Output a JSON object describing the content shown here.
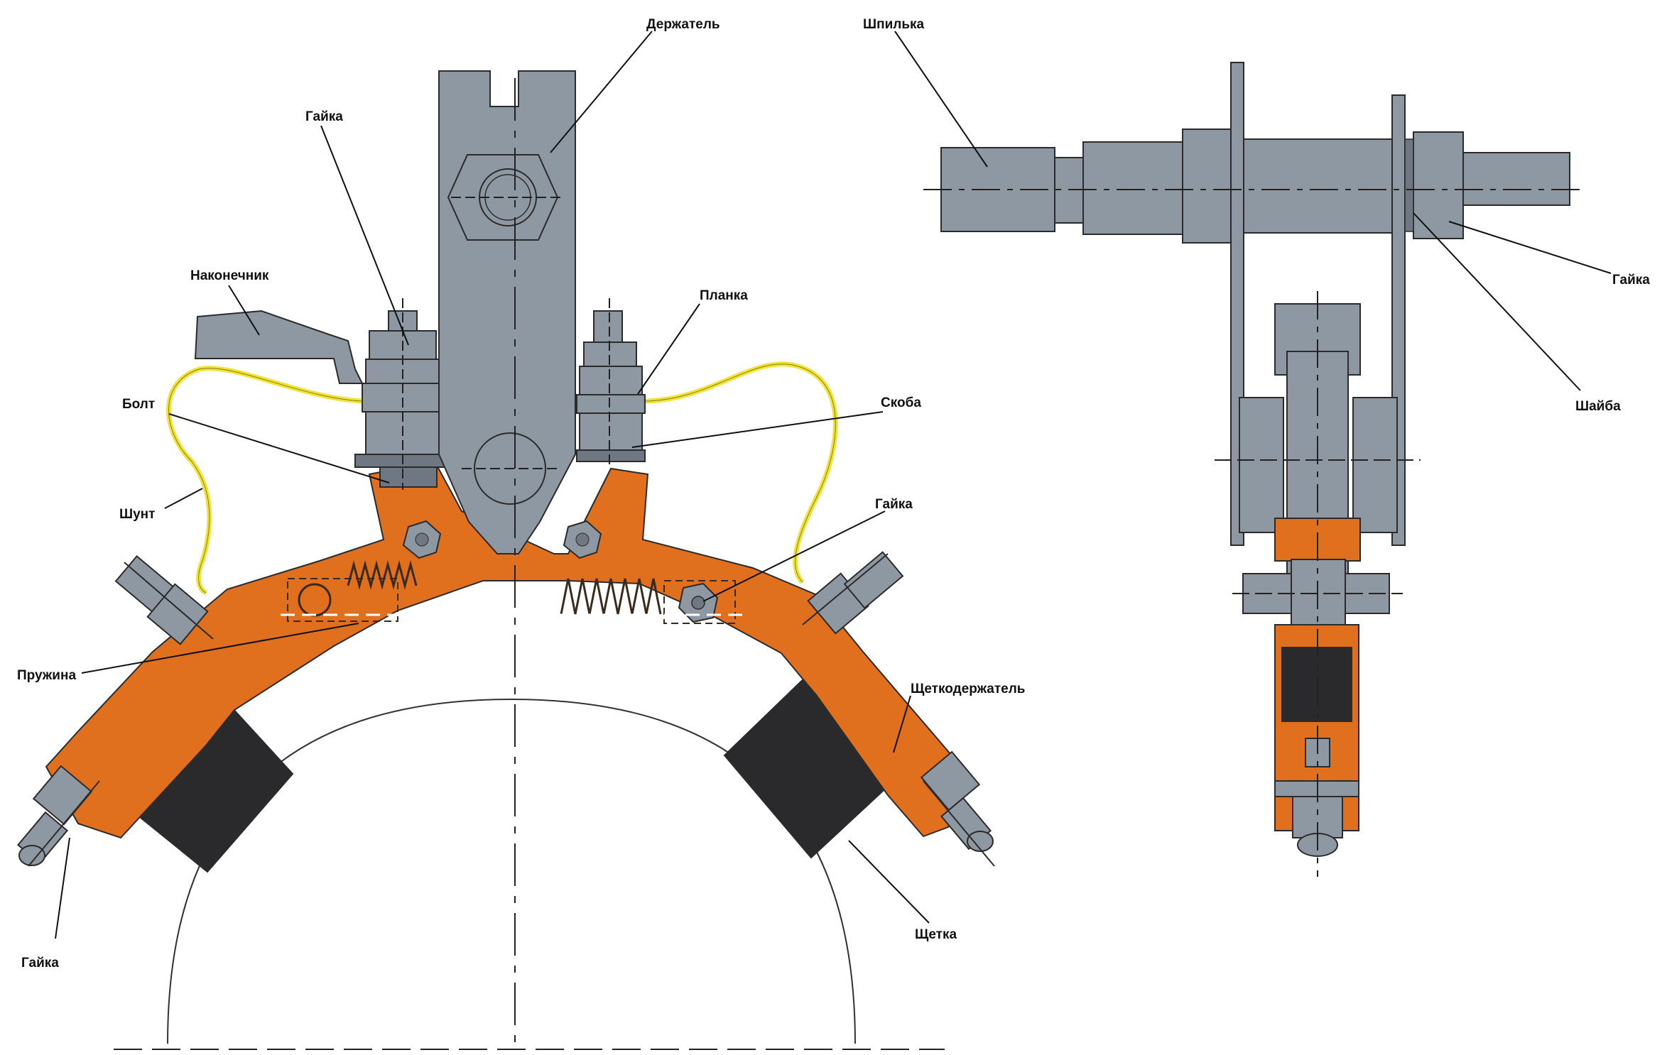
{
  "labels": {
    "derzhatel": "Держатель",
    "gayka_top": "Гайка",
    "nakonechnik": "Наконечник",
    "planka": "Планка",
    "bolt": "Болт",
    "skoba": "Скоба",
    "shunt": "Шунт",
    "gayka_mid": "Гайка",
    "pruzhina": "Пружина",
    "shchetkoderzhatel": "Щеткодержатель",
    "gayka_bottom": "Гайка",
    "shchetka": "Щетка",
    "shpilka": "Шпилька",
    "gayka_side": "Гайка",
    "shayba": "Шайба"
  },
  "colors": {
    "steel": "#8e98a2",
    "steel_dark": "#6f7882",
    "copper": "#e06f1e",
    "brush": "#2a2a2c",
    "shunt": "#f0e43c",
    "line": "#1e1e1e"
  }
}
